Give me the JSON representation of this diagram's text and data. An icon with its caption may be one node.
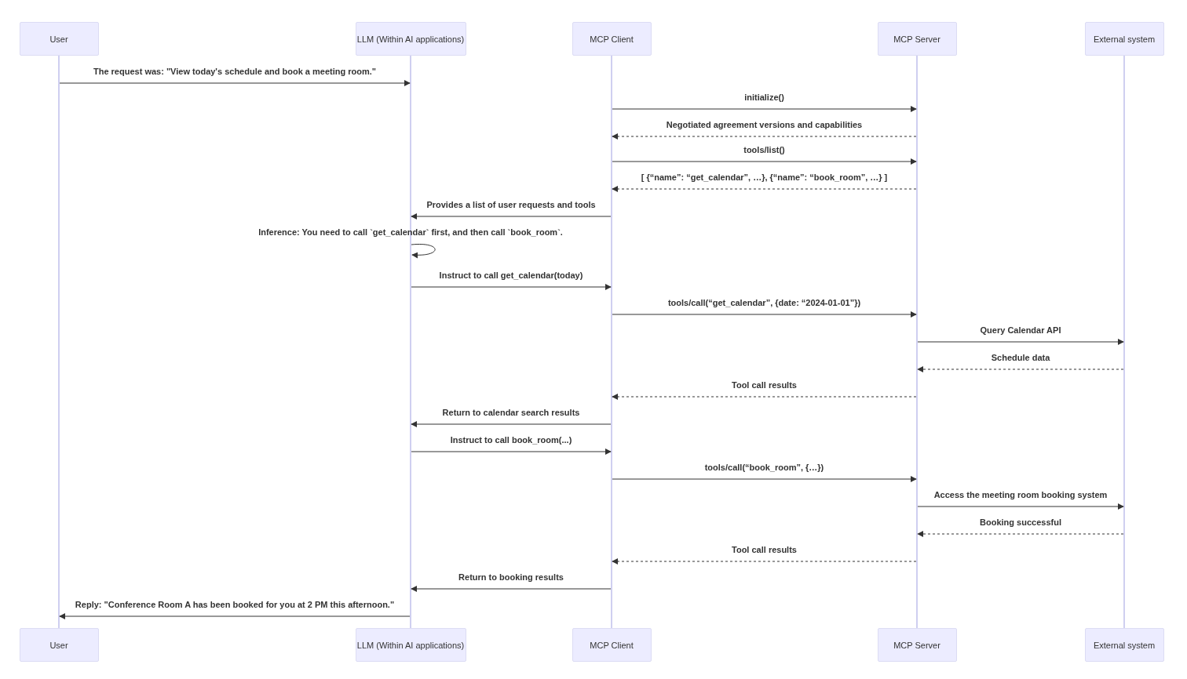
{
  "diagram": {
    "nodes": [
      {
        "text": [
          "User"
        ]
      },
      {
        "text": [
          "LLM (Within AI applications)"
        ]
      },
      {
        "text": [
          "MCP Client"
        ]
      },
      {
        "text": [
          "MCP Server"
        ]
      },
      {
        "text": [
          "External system"
        ]
      },
      {
        "text": [],
        "shape": "bar"
      },
      {
        "text": [],
        "shape": "bar"
      },
      {
        "text": [],
        "shape": "bar"
      },
      {
        "text": [],
        "shape": "bar"
      },
      {
        "text": [],
        "shape": "bar"
      },
      {
        "text": [
          "User"
        ]
      },
      {
        "text": [
          "LLM (Within AI applications)"
        ]
      },
      {
        "text": [
          "MCP Client"
        ]
      },
      {
        "text": [
          "MCP Server"
        ]
      },
      {
        "text": [
          "External system"
        ]
      }
    ],
    "edges": [
      {
        "from": 5,
        "to": 6,
        "arrow": "to",
        "label": "The request was: \"View today's schedule and book a meeting room.\""
      },
      {
        "from": 7,
        "to": 8,
        "arrow": "to",
        "label": "initialize()"
      },
      {
        "from": 8,
        "to": 7,
        "arrow": "to",
        "style": "dashed",
        "label": "Negotiated agreement versions and capabilities"
      },
      {
        "from": 7,
        "to": 8,
        "arrow": "to",
        "label": "tools/list()"
      },
      {
        "from": 8,
        "to": 7,
        "arrow": "to",
        "style": "dashed",
        "label": "[ {“name”: “get_calendar”, …}, {“name”: “book_room”, …} ]"
      },
      {
        "from": 7,
        "to": 6,
        "arrow": "to",
        "label": "Provides a list of user requests and tools"
      },
      {
        "from": 6,
        "to": 6,
        "arrow": "to",
        "label": "Inference: You need to call `get_calendar` first, and then call `book_room`."
      },
      {
        "from": 6,
        "to": 7,
        "arrow": "to",
        "label": "Instruct to call get_calendar(today)"
      },
      {
        "from": 7,
        "to": 8,
        "arrow": "to",
        "label": "tools/call(“get_calendar”, {date: “2024-01-01”})"
      },
      {
        "from": 8,
        "to": 9,
        "arrow": "to",
        "label": "Query Calendar API"
      },
      {
        "from": 9,
        "to": 8,
        "arrow": "to",
        "style": "dashed",
        "label": "Schedule data"
      },
      {
        "from": 8,
        "to": 7,
        "arrow": "to",
        "style": "dashed",
        "label": "Tool call results"
      },
      {
        "from": 7,
        "to": 6,
        "arrow": "to",
        "label": "Return to calendar search results"
      },
      {
        "from": 6,
        "to": 7,
        "arrow": "to",
        "label": "Instruct to call book_room(...)"
      },
      {
        "from": 7,
        "to": 8,
        "arrow": "to",
        "label": "tools/call(“book_room”, {…})"
      },
      {
        "from": 8,
        "to": 9,
        "arrow": "to",
        "label": "Access the meeting room booking system"
      },
      {
        "from": 9,
        "to": 8,
        "arrow": "to",
        "style": "dashed",
        "label": "Booking successful"
      },
      {
        "from": 8,
        "to": 7,
        "arrow": "to",
        "style": "dashed",
        "label": "Tool call results"
      },
      {
        "from": 7,
        "to": 6,
        "arrow": "to",
        "label": "Return to booking results"
      },
      {
        "from": 6,
        "to": 5,
        "arrow": "to",
        "label": "Reply: \"Conference Room A has been booked for you at 2 PM this afternoon.\""
      }
    ]
  }
}
